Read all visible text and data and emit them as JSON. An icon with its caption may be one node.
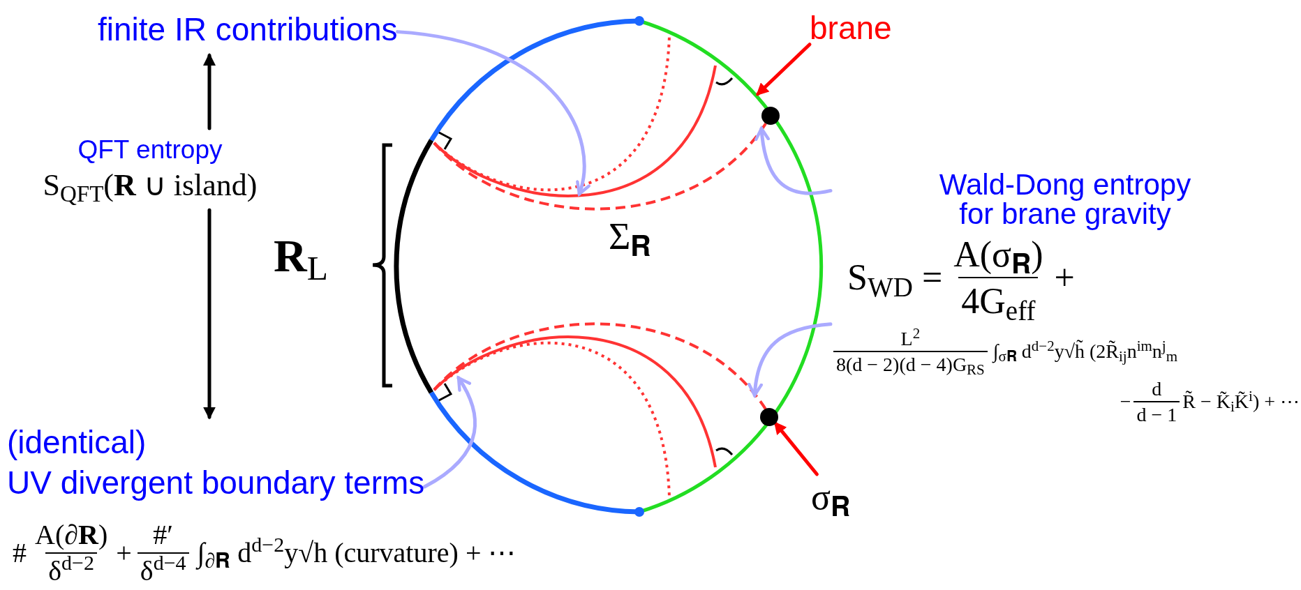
{
  "diagram": {
    "nodes": [
      {
        "text": [
          "finite IR contributions"
        ]
      },
      {
        "text": [
          "QFT entropy",
          "S$_{QFT}$(**R** ∪ island)"
        ]
      },
      {
        "text": [
          "(identical)",
          "UV divergent boundary terms"
        ]
      },
      {
        "text": [
          "brane"
        ]
      },
      {
        "text": [
          "Wald-Dong entropy for brane gravity"
        ]
      },
      {
        "text": [
          "σ$_{𝐑}$"
        ]
      },
      {
        "text": [],
        "shape": "circle"
      },
      {
        "text": [],
        "shape": "circle"
      }
    ],
    "edges": [
      {
        "from": 1,
        "to": 0,
        "arrow": "to",
        "color": "#000000"
      },
      {
        "from": 1,
        "to": 2,
        "arrow": "to",
        "color": "#000000"
      },
      {
        "from": 0,
        "to": null,
        "arrow": "to",
        "color": "#aaaaff"
      },
      {
        "from": 4,
        "to": 6,
        "arrow": "to",
        "color": "#aaaaff"
      },
      {
        "from": 4,
        "to": 7,
        "arrow": "to",
        "color": "#aaaaff"
      },
      {
        "from": 2,
        "to": null,
        "arrow": "to",
        "color": "#aaaaff"
      },
      {
        "from": 3,
        "to": 6,
        "arrow": "to",
        "color": "#ff0000"
      },
      {
        "from": 5,
        "to": 7,
        "arrow": "to",
        "color": "#ff0000"
      }
    ],
    "labels": [
      "**R**$_{L}$",
      "Σ$_{𝐑}$",
      "S$_{WD}$ =",
      "A(σ$_{𝐑}$)",
      "4G$_{eff}$",
      "+",
      "L$^{2}$",
      "8(d − 2)(d − 4)G$_{RS}$",
      "∫$_{σ𝐑}$ d$^{d−2}$y√h̃ (2R̃$_{ij}$n$^{im}$n$^{j}$$_{m}$",
      "−",
      "d",
      "d − 1",
      "R̃ − K̃$_{i}$K̃$^{i}$) + ⋯",
      "#",
      "A(∂**R**)",
      "δ$^{d−2}$",
      "+",
      "#′",
      "δ$^{d−4}$",
      "∫$_{∂𝐑}$ d$^{d−2}$y√h (curvature) + ⋯"
    ]
  }
}
